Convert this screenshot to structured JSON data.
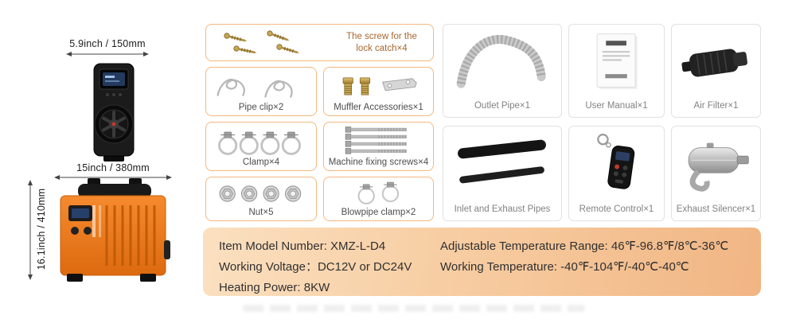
{
  "dimensions": {
    "width": "5.9inch / 150mm",
    "depth": "15inch / 380mm",
    "height": "16.1inch / 410mm"
  },
  "parts_small": [
    {
      "name": "lock-catch-screws",
      "label": "The screw for the lock catch×4"
    },
    {
      "name": "pipe-clip",
      "label": "Pipe clip×2"
    },
    {
      "name": "muffler-accessories",
      "label": "Muffler Accessories×1"
    },
    {
      "name": "clamp",
      "label": "Clamp×4"
    },
    {
      "name": "machine-fixing-screws",
      "label": "Machine fixing screws×4"
    },
    {
      "name": "nut",
      "label": "Nut×5"
    },
    {
      "name": "blowpipe-clamp",
      "label": "Blowpipe clamp×2"
    }
  ],
  "parts_large": [
    {
      "name": "outlet-pipe",
      "label": "Outlet Pipe×1"
    },
    {
      "name": "user-manual",
      "label": "User Manual×1"
    },
    {
      "name": "air-filter",
      "label": "Air Filter×1"
    },
    {
      "name": "inlet-exhaust-pipes",
      "label": "Inlet and Exhaust Pipes"
    },
    {
      "name": "remote-control",
      "label": "Remote Control×1"
    },
    {
      "name": "exhaust-silencer",
      "label": "Exhaust Silencer×1"
    }
  ],
  "specs": {
    "model": "Item Model Number: XMZ-L-D4",
    "voltage": "Working Voltage：DC12V or DC24V",
    "power": "Heating Power: 8KW",
    "temp_range": "Adjustable Temperature Range: 46℉-96.8℉/8℃-36℃",
    "working_temp": "Working Temperature: -40℉-104℉/-40℃-40℃"
  },
  "colors": {
    "accent_orange": "#ee7c1b",
    "card_border_orange": "#f6b87e",
    "card_border_gray": "#e2e2e2",
    "spec_panel_start": "#fbe0c0",
    "spec_panel_end": "#f1b583",
    "spec_text": "#303030",
    "small_label_text": "#4d4d4d",
    "large_label_text": "#828282",
    "screw_label_text": "#a9672f"
  }
}
